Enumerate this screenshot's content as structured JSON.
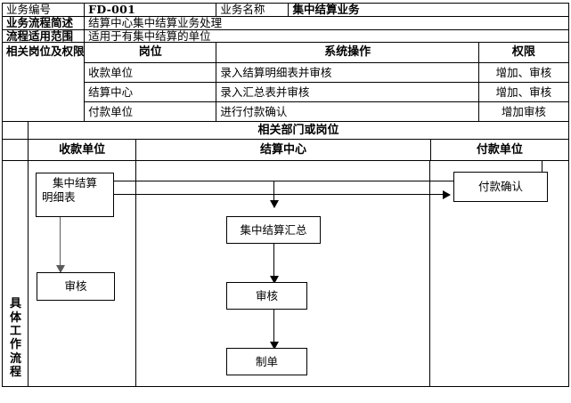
{
  "document": {
    "header": {
      "code_label": "业务编号",
      "code_value": "FD-001",
      "name_label": "业务名称",
      "name_value": "集中结算业务"
    },
    "summary": {
      "label": "业务流程简述",
      "value": "结算中心集中结算业务处理"
    },
    "scope": {
      "label": "流程适用范围",
      "value": "适用于有集中结算的单位"
    },
    "roles": {
      "label": "相关岗位及权限",
      "columns": [
        "岗位",
        "系统操作",
        "权限"
      ],
      "rows": [
        {
          "post": "收款单位",
          "operation": "录入结算明细表并审核",
          "authority": "增加、审核"
        },
        {
          "post": "结算中心",
          "operation": "录入汇总表并审核",
          "authority": "增加、审核"
        },
        {
          "post": "付款单位",
          "operation": "进行付款确认",
          "authority": "增加审核"
        }
      ]
    },
    "flow": {
      "side_label": "具体工作流程",
      "banner": "相关部门或岗位",
      "lanes": [
        "收款单位",
        "结算中心",
        "付款单位"
      ],
      "nodes": [
        {
          "id": "detail",
          "line1": "集中结算",
          "line2": "明细表"
        },
        {
          "id": "audit1",
          "line1": "审核"
        },
        {
          "id": "summary",
          "line1": "集中结算汇总"
        },
        {
          "id": "audit2",
          "line1": "审核"
        },
        {
          "id": "voucher",
          "line1": "制单"
        },
        {
          "id": "confirm",
          "line1": "付款确认"
        }
      ]
    }
  },
  "colors": {
    "border": "#000000",
    "background": "#ffffff",
    "connector": "#000000",
    "connector_grey": "#5a5a5a"
  }
}
